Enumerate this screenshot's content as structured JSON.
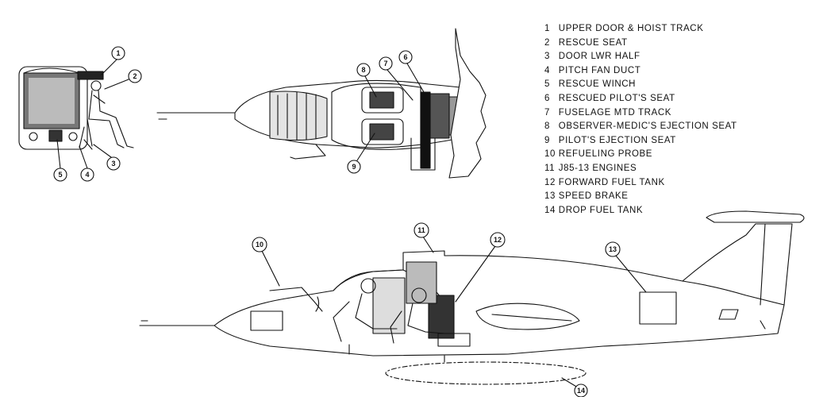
{
  "legend": [
    {
      "num": "1",
      "label": "UPPER DOOR & HOIST TRACK"
    },
    {
      "num": "2",
      "label": "RESCUE SEAT"
    },
    {
      "num": "3",
      "label": "DOOR LWR HALF"
    },
    {
      "num": "4",
      "label": "PITCH FAN DUCT"
    },
    {
      "num": "5",
      "label": "RESCUE WINCH"
    },
    {
      "num": "6",
      "label": "RESCUED PILOT'S SEAT"
    },
    {
      "num": "7",
      "label": "FUSELAGE MTD TRACK"
    },
    {
      "num": "8",
      "label": "OBSERVER-MEDIC'S EJECTION SEAT"
    },
    {
      "num": "9",
      "label": "PILOT'S EJECTION SEAT"
    },
    {
      "num": "10",
      "label": "REFUELING PROBE"
    },
    {
      "num": "11",
      "label": "J85-13 ENGINES"
    },
    {
      "num": "12",
      "label": "FORWARD FUEL TANK"
    },
    {
      "num": "13",
      "label": "SPEED BRAKE"
    },
    {
      "num": "14",
      "label": "DROP FUEL TANK"
    }
  ],
  "callouts": {
    "c1": "1",
    "c2": "2",
    "c3": "3",
    "c4": "4",
    "c5": "5",
    "c6": "6",
    "c7": "7",
    "c8": "8",
    "c9": "9",
    "c10": "10",
    "c11": "11",
    "c12": "12",
    "c13": "13",
    "c14": "14"
  }
}
